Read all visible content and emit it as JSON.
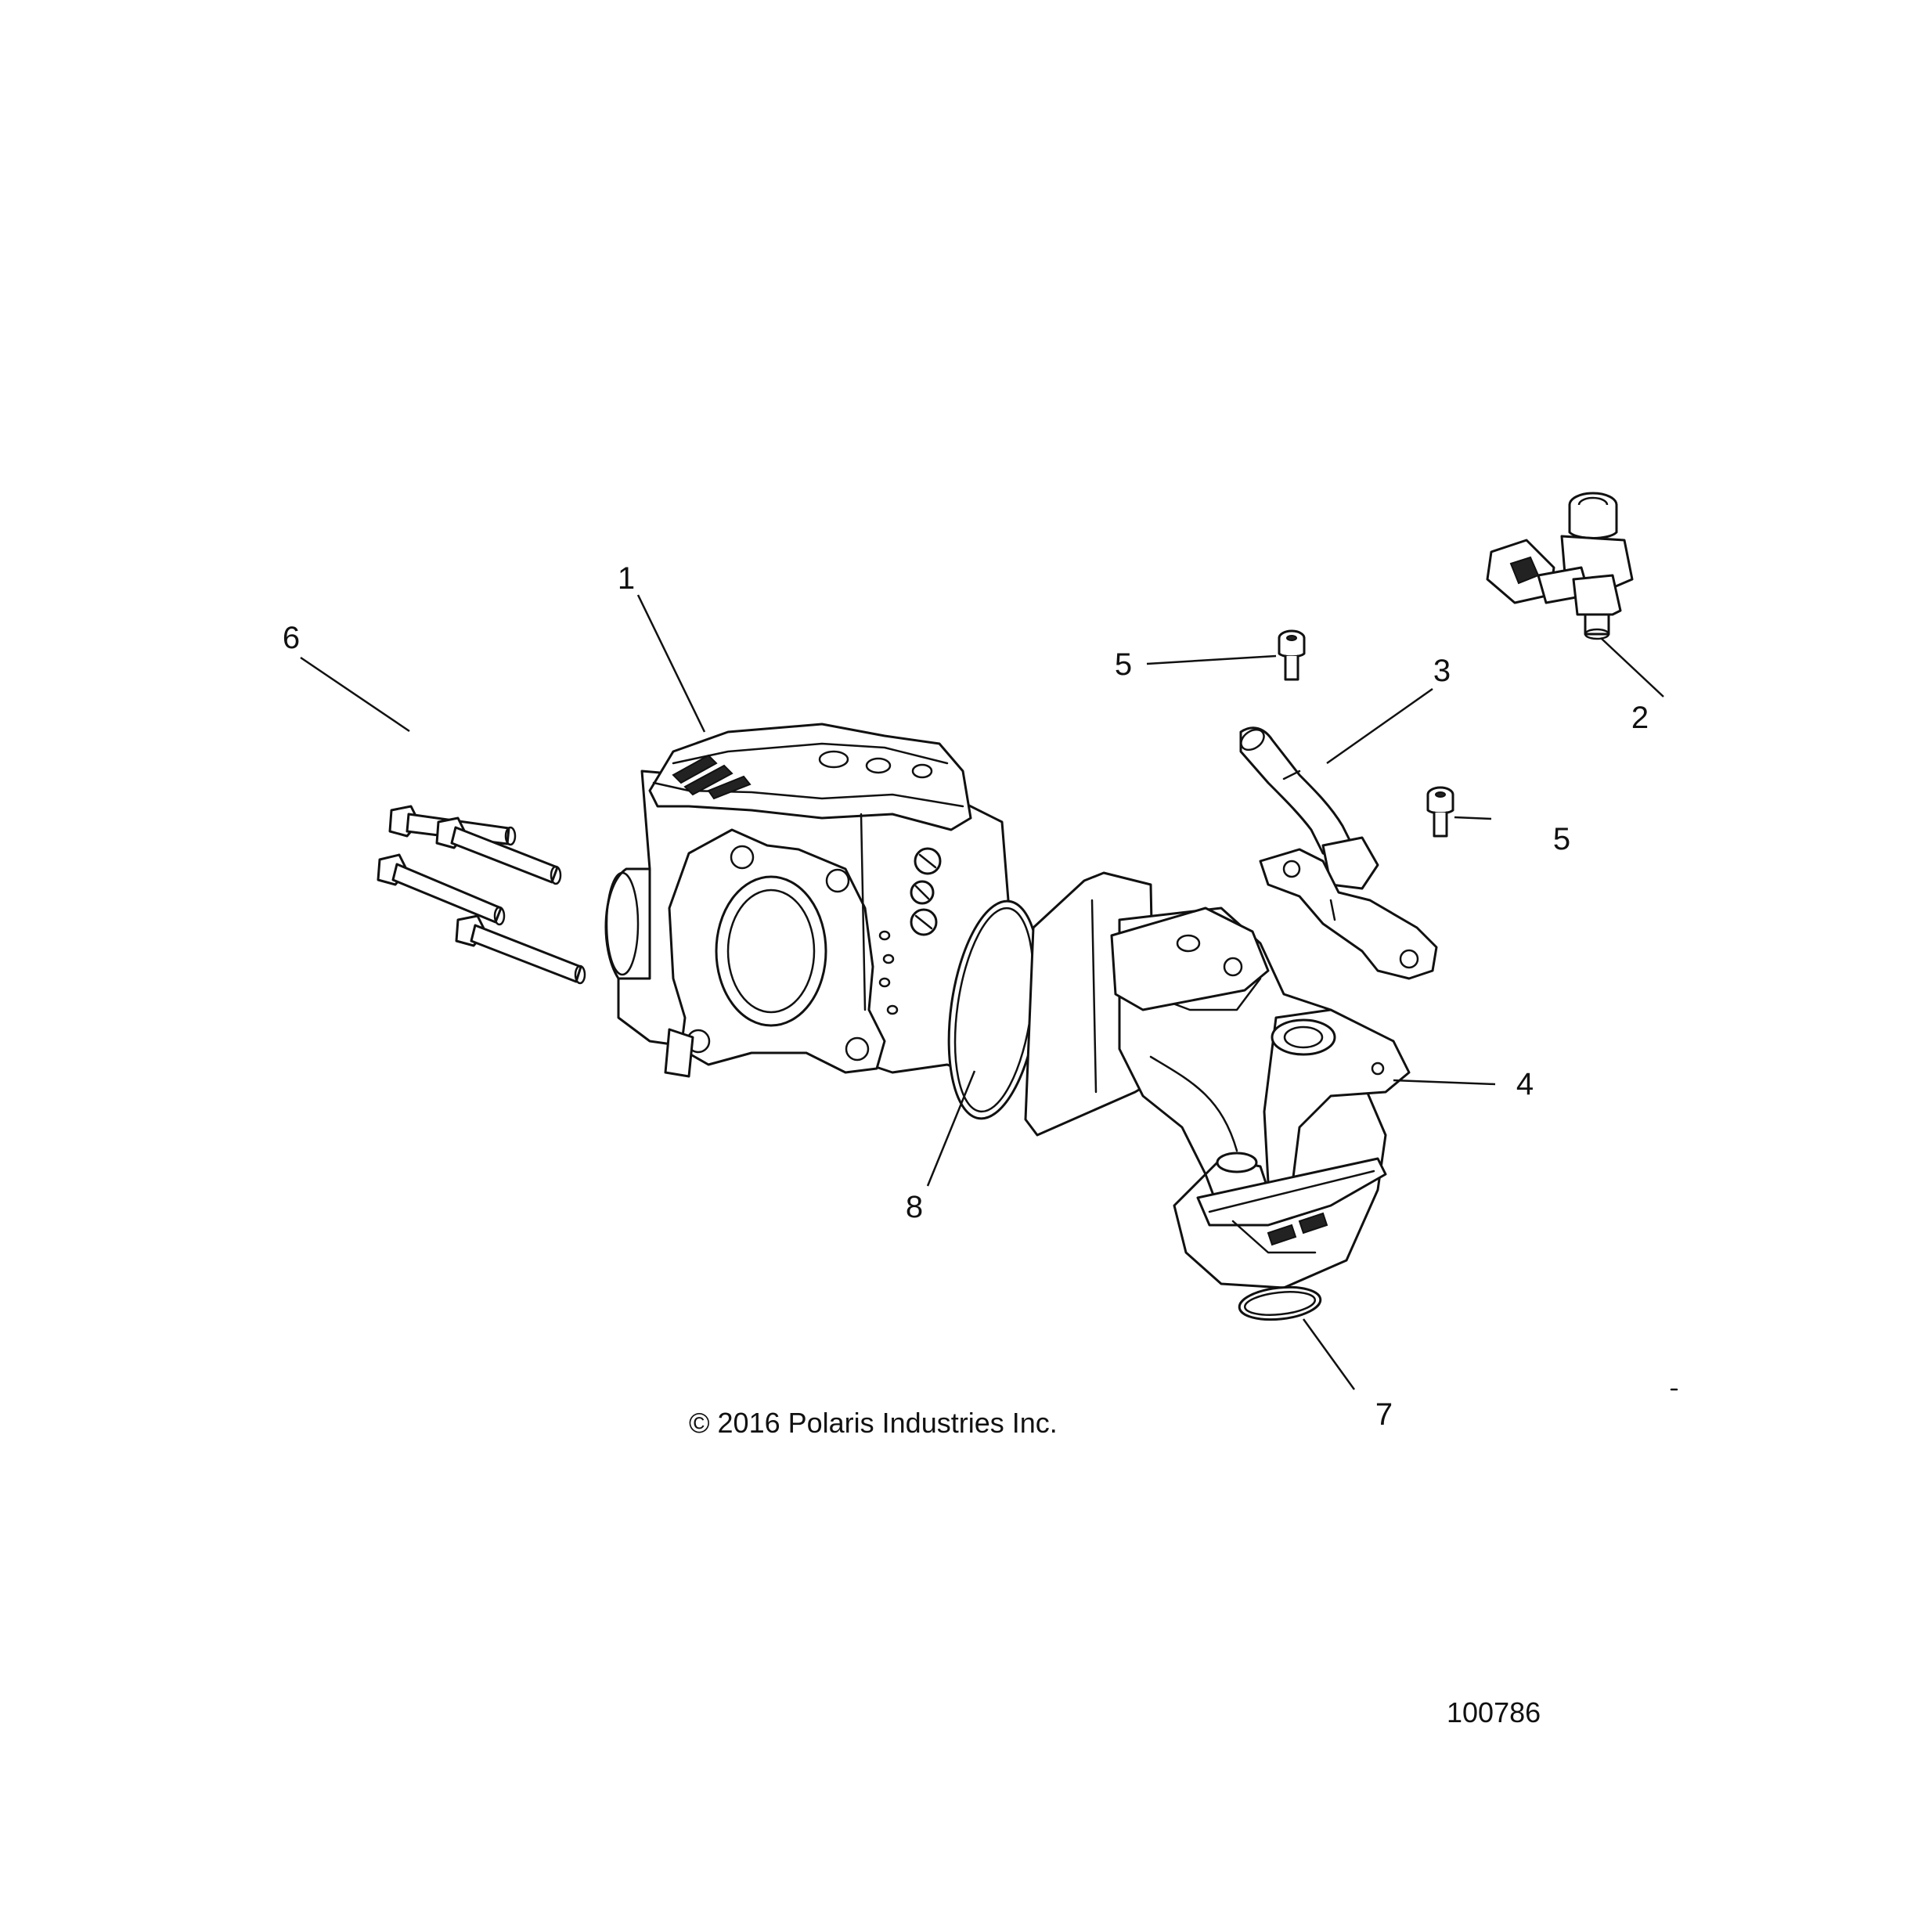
{
  "callouts": [
    {
      "id": "c1",
      "text": "1"
    },
    {
      "id": "c2",
      "text": "2"
    },
    {
      "id": "c3",
      "text": "3"
    },
    {
      "id": "c4",
      "text": "4"
    },
    {
      "id": "c5a",
      "text": "5"
    },
    {
      "id": "c5b",
      "text": "5"
    },
    {
      "id": "c6",
      "text": "6"
    },
    {
      "id": "c7",
      "text": "7"
    },
    {
      "id": "c8",
      "text": "8"
    }
  ],
  "footer": {
    "copyright": "© 2016 Polaris Industries Inc.",
    "drawing_number": "100786"
  }
}
